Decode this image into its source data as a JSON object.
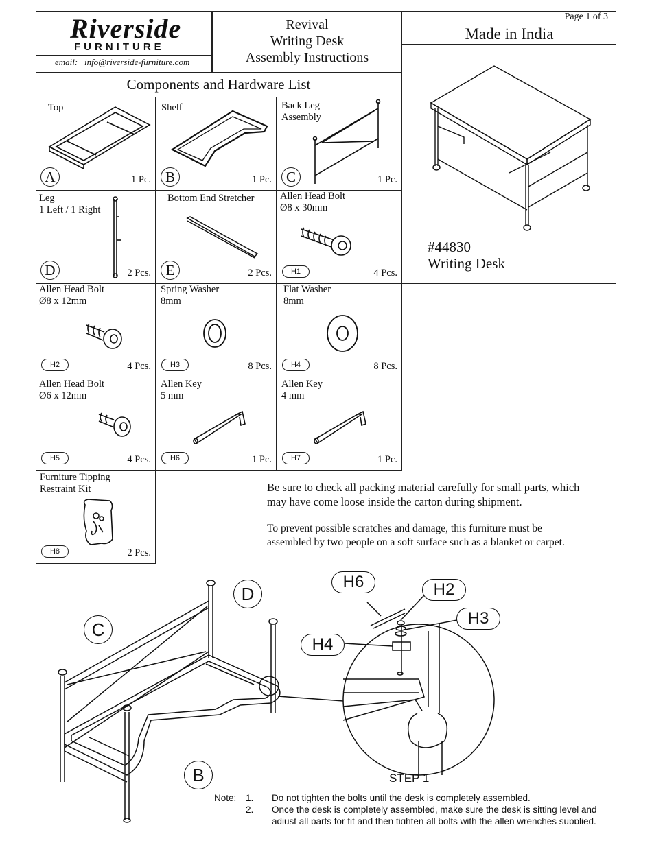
{
  "header": {
    "brand_script": "Riverside",
    "brand_word": "FURNITURE",
    "email": "email:   info@riverside-furniture.com",
    "title_line1": "Revival",
    "title_line2": "Writing Desk",
    "title_line3": "Assembly Instructions",
    "page": "Page 1 of 3",
    "origin": "Made in India"
  },
  "product": {
    "number": "#44830",
    "name": "Writing Desk"
  },
  "components_title": "Components and Hardware List",
  "parts": [
    {
      "label": "Top",
      "id": "A",
      "qty": "1 Pc."
    },
    {
      "label": "Shelf",
      "id": "B",
      "qty": "1 Pc."
    },
    {
      "label": "Back Leg\nAssembly",
      "id": "C",
      "qty": "1 Pc."
    },
    {
      "label": "Leg\n1 Left / 1 Right",
      "id": "D",
      "qty": "2 Pcs."
    },
    {
      "label": "Bottom End Stretcher",
      "id": "E",
      "qty": "2 Pcs."
    },
    {
      "label": "Allen Head Bolt\nØ8 x 30mm",
      "id": "H1",
      "qty": "4 Pcs."
    },
    {
      "label": "Allen Head Bolt\nØ8 x 12mm",
      "id": "H2",
      "qty": "4 Pcs."
    },
    {
      "label": "Spring Washer\n8mm",
      "id": "H3",
      "qty": "8 Pcs."
    },
    {
      "label": "Flat Washer\n8mm",
      "id": "H4",
      "qty": "8 Pcs."
    },
    {
      "label": "Allen Head Bolt\nØ6 x 12mm",
      "id": "H5",
      "qty": "4 Pcs."
    },
    {
      "label": "Allen Key\n5 mm",
      "id": "H6",
      "qty": "1 Pc."
    },
    {
      "label": "Allen Key\n4 mm",
      "id": "H7",
      "qty": "1 Pc."
    },
    {
      "label": "Furniture Tipping\nRestraint Kit",
      "id": "H8",
      "qty": "2 Pcs."
    }
  ],
  "instructions": {
    "p1": "Be sure to check all packing material carefully for small parts, which may have come loose inside the carton during shipment.",
    "p2": "To prevent possible scratches and damage, this furniture must be assembled by two people on a soft surface such as a blanket or carpet."
  },
  "step": {
    "title": "STEP 1",
    "callouts": {
      "c": "C",
      "d": "D",
      "b": "B",
      "h6": "H6",
      "h2": "H2",
      "h3": "H3",
      "h4": "H4"
    }
  },
  "notes": {
    "label": "Note:",
    "n1_num": "1.",
    "n1": "Do not tighten the bolts until the desk is completely assembled.",
    "n2_num": "2.",
    "n2": "Once the desk is completely assembled, make sure the desk is sitting level and",
    "n2b": "adjust all parts for fit and then tighten all bolts with the allen wrenches supplied."
  }
}
